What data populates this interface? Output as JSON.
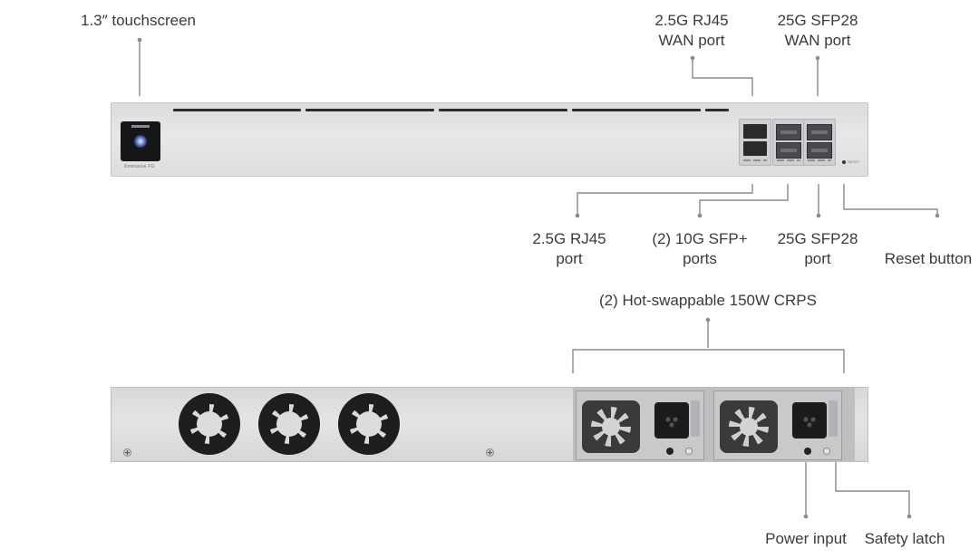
{
  "front_labels": {
    "touchscreen": "1.3″ touchscreen",
    "wan_rj45_line1": "2.5G RJ45",
    "wan_rj45_line2": "WAN port",
    "wan_sfp28_line1": "25G SFP28",
    "wan_sfp28_line2": "WAN port",
    "rj45_port_line1": "2.5G RJ45",
    "rj45_port_line2": "port",
    "sfp_plus_line1": "(2) 10G SFP+",
    "sfp_plus_line2": "ports",
    "sfp28_port_line1": "25G SFP28",
    "sfp28_port_line2": "port",
    "reset": "Reset button"
  },
  "front_panel": {
    "brand_text": "Enterprise FG",
    "reset_text": "RESET"
  },
  "rear_labels": {
    "psu": "(2) Hot-swappable 150W CRPS",
    "power_input": "Power input",
    "safety_latch": "Safety latch"
  },
  "colors": {
    "leader_line": "#8a8a8f",
    "text": "#3a3a3a"
  }
}
